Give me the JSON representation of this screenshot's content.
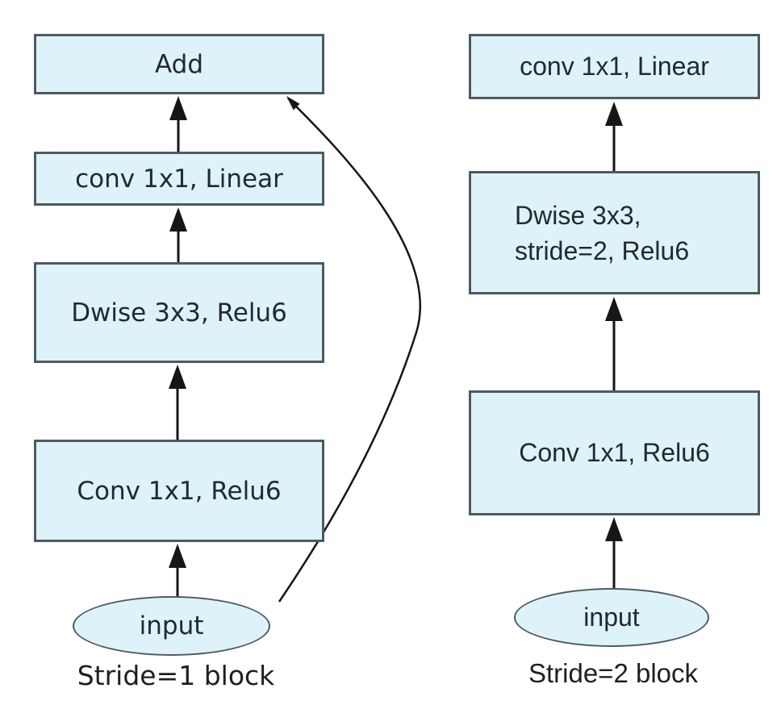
{
  "colors": {
    "background": "#ffffff",
    "node_fill": "#ddf3f9",
    "node_border": "#4e5a61",
    "node_text": "#23292e",
    "caption_text": "#1d2022",
    "arrow": "#161616"
  },
  "left_block": {
    "caption": "Stride=1 block",
    "nodes": {
      "add": "Add",
      "conv_linear": "conv 1x1, Linear",
      "dwise": "Dwise 3x3, Relu6",
      "conv_relu": "Conv 1x1, Relu6",
      "input": "input"
    },
    "edges": [
      {
        "from": "input",
        "to": "Conv 1x1, Relu6",
        "style": "straight-arrow"
      },
      {
        "from": "Conv 1x1, Relu6",
        "to": "Dwise 3x3, Relu6",
        "style": "straight-arrow"
      },
      {
        "from": "Dwise 3x3, Relu6",
        "to": "conv 1x1, Linear",
        "style": "straight-arrow"
      },
      {
        "from": "conv 1x1, Linear",
        "to": "Add",
        "style": "straight-arrow"
      },
      {
        "from": "input",
        "to": "Add",
        "style": "curved-residual-skip-arrow"
      }
    ]
  },
  "right_block": {
    "caption": "Stride=2 block",
    "nodes": {
      "conv_linear": "conv 1x1, Linear",
      "dwise_line1": "Dwise 3x3,",
      "dwise_line2": "stride=2, Relu6",
      "conv_relu": "Conv 1x1, Relu6",
      "input": "input"
    },
    "edges": [
      {
        "from": "input",
        "to": "Conv 1x1, Relu6",
        "style": "straight-arrow"
      },
      {
        "from": "Conv 1x1, Relu6",
        "to": "Dwise 3x3, stride=2, Relu6",
        "style": "straight-arrow"
      },
      {
        "from": "Dwise 3x3, stride=2, Relu6",
        "to": "conv 1x1, Linear",
        "style": "straight-arrow"
      }
    ]
  }
}
